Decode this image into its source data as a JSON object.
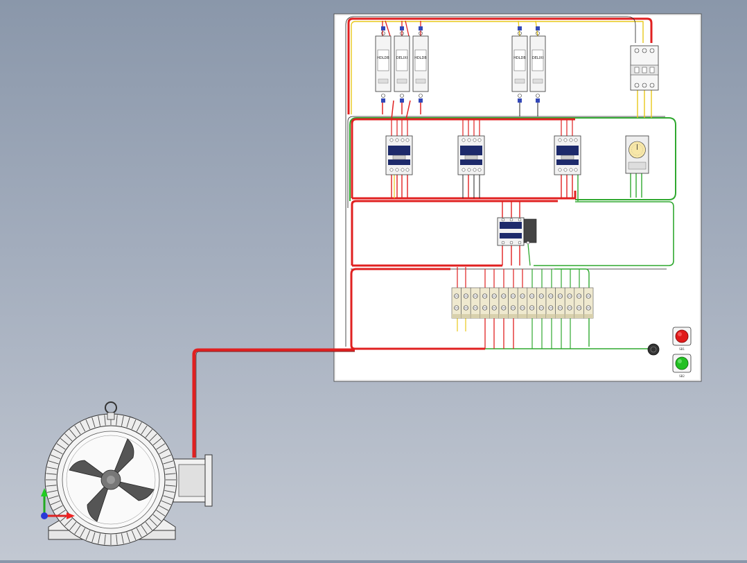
{
  "app": {
    "type": "3D CAD assembly view",
    "content": "electrical control cabinet wired to an electric motor"
  },
  "colors": {
    "background_top": "#8a97aa",
    "background_bottom": "#c2c8d2",
    "panel": "#ffffff",
    "wire_power": "#e02020",
    "wire_control": "#2fa82f",
    "wire_neutral": "#e8c81a",
    "wire_dark": "#202020",
    "stop_button": "#e01a1a",
    "start_button": "#22c022",
    "breaker_label": "#5560b0"
  },
  "cabinet": {
    "breaker_group_a_labels": [
      "HDLDB",
      "DELIXI",
      "HDLDB"
    ],
    "breaker_group_b_labels": [
      "HDLDB",
      "DELIXI"
    ],
    "contactor_count": 3,
    "terminal_block_count": 15
  },
  "buttons": {
    "stop_label": "SB1",
    "start_label": "SB2"
  },
  "icons": {
    "triad": "axis-triad-icon",
    "motor_fan": "fan-icon"
  }
}
